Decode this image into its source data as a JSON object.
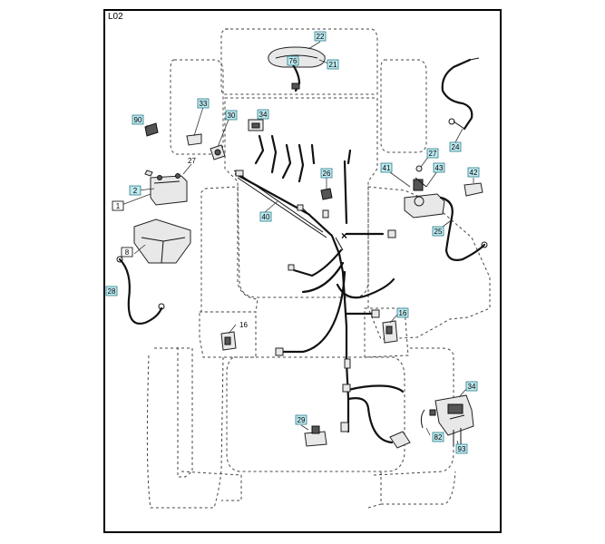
{
  "diagram": {
    "code": "L02",
    "callouts": {
      "c1": "1",
      "c2": "2",
      "c8": "8",
      "c16a": "16",
      "c16b": "16",
      "c21": "21",
      "c22": "22",
      "c24": "24",
      "c25": "25",
      "c26": "26",
      "c27a": "27",
      "c27b": "27",
      "c28": "28",
      "c29": "29",
      "c30": "30",
      "c33": "33",
      "c34a": "34",
      "c34b": "34",
      "c40": "40",
      "c41": "41",
      "c42": "42",
      "c43": "43",
      "c76": "76",
      "c82": "82",
      "c90": "90",
      "c93": "93"
    }
  }
}
